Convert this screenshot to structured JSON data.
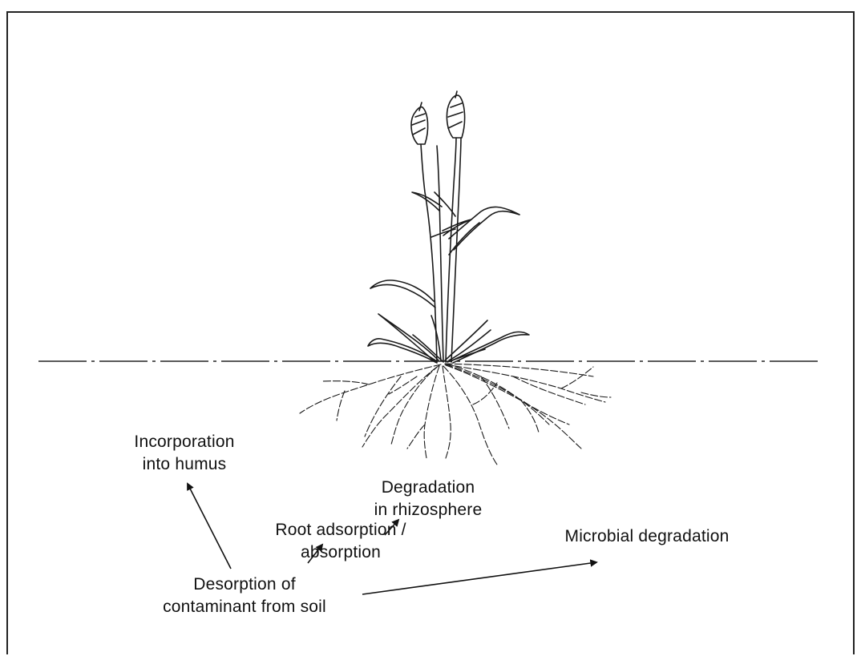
{
  "labels": {
    "humus": [
      "Incorporation",
      "into humus"
    ],
    "rhizosphere": [
      "Degradation",
      "in rhizosphere"
    ],
    "root": [
      "Root adsorption /",
      "absorption"
    ],
    "microbial": [
      "Microbial degradation"
    ],
    "desorption": [
      "Desorption of",
      "contaminant from soil"
    ]
  },
  "colors": {
    "ink": "#111111",
    "background": "#ffffff"
  }
}
